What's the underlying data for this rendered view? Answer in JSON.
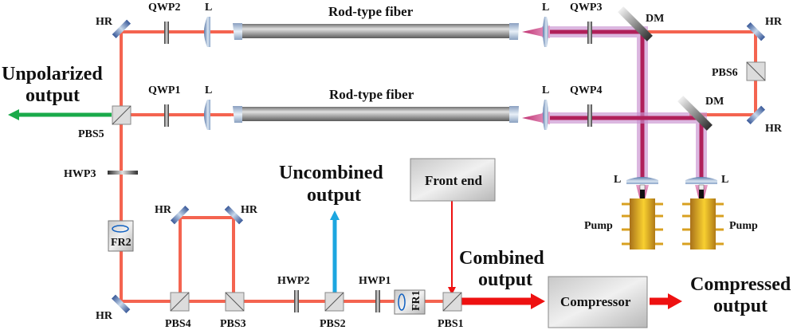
{
  "colors": {
    "beam": "#f46450",
    "pump_beam": "#b0205a",
    "pump_glow": "#c890d0",
    "unpolarized": "#1aaa4a",
    "uncombined": "#1ca6e0",
    "combined": "#ee1111",
    "mirror": "#5a7fb8",
    "pump_body": "#d9a520"
  },
  "labels": {
    "hr": "HR",
    "qwp1": "QWP1",
    "qwp2": "QWP2",
    "qwp3": "QWP3",
    "qwp4": "QWP4",
    "lens": "L",
    "rod_fiber_top": "Rod-type fiber",
    "rod_fiber_bottom": "Rod-type fiber",
    "dm": "DM",
    "pbs1": "PBS1",
    "pbs2": "PBS2",
    "pbs3": "PBS3",
    "pbs4": "PBS4",
    "pbs5": "PBS5",
    "pbs6": "PBS6",
    "hwp1": "HWP1",
    "hwp2": "HWP2",
    "hwp3": "HWP3",
    "fr1": "FR1",
    "fr2": "FR2",
    "pump": "Pump",
    "front_end": "Front end",
    "compressor": "Compressor"
  },
  "outputs": {
    "unpolarized": [
      "Unpolarized",
      "output"
    ],
    "uncombined": [
      "Uncombined",
      "output"
    ],
    "combined": [
      "Combined",
      "output"
    ],
    "compressed": [
      "Compressed",
      "output"
    ]
  }
}
